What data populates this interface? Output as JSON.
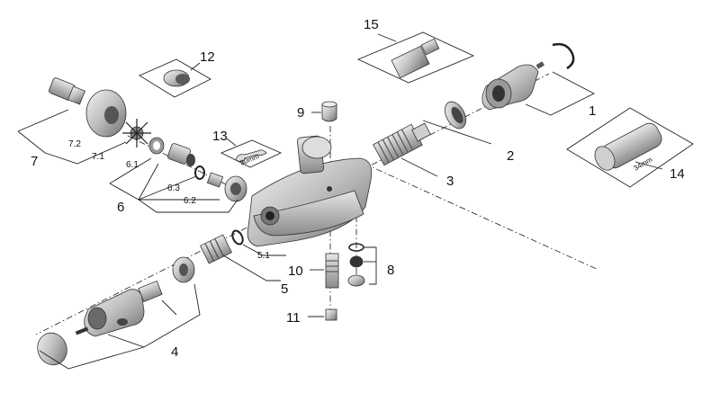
{
  "labels": {
    "p1": "1",
    "p2": "2",
    "p3": "3",
    "p4": "4",
    "p5": "5",
    "p51": "5.1",
    "p6": "6",
    "p61": "6.1",
    "p62": "6.2",
    "p63": "6.3",
    "p7": "7",
    "p71": "7.1",
    "p72": "7.2",
    "p8": "8",
    "p9": "9",
    "p10": "10",
    "p11": "11",
    "p12": "12",
    "p13": "13",
    "p14": "14",
    "p15": "15"
  },
  "inset_texts": {
    "wrench_size": "30mm",
    "tool_size": "34mm"
  }
}
